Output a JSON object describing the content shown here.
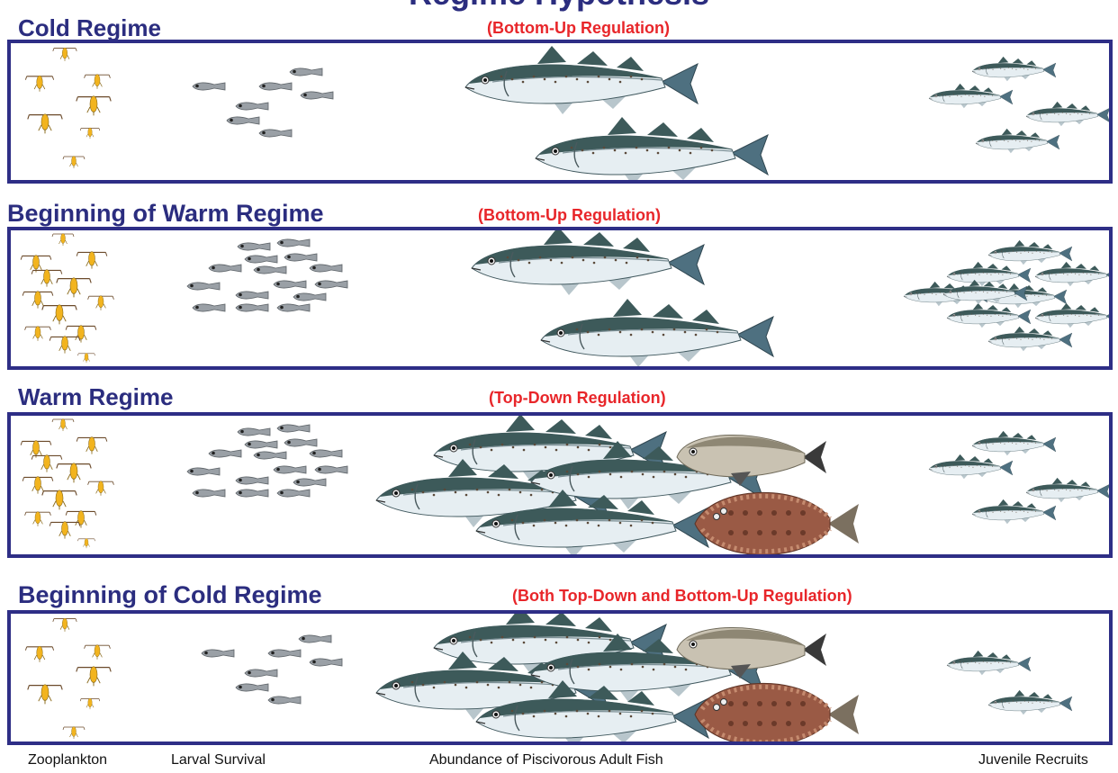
{
  "title_partial": "Regime Hypothesis",
  "panels": [
    {
      "heading": "Cold Regime",
      "regulation": "(Bottom-Up Regulation)",
      "zooplankton": {
        "count": 7,
        "description": "sparse"
      },
      "larval_fish_count": 7,
      "adult_pollock_count": 2,
      "flatfish_count": 0,
      "cod_count": 0,
      "juvenile_recruit_count": 4
    },
    {
      "heading": "Beginning of Warm Regime",
      "regulation": "(Bottom-Up Regulation)",
      "zooplankton": {
        "count": 12,
        "description": "abundant"
      },
      "larval_fish_count": 15,
      "adult_pollock_count": 2,
      "flatfish_count": 0,
      "cod_count": 0,
      "juvenile_recruit_count": 9
    },
    {
      "heading": "Warm Regime",
      "regulation": "(Top-Down Regulation)",
      "zooplankton": {
        "count": 12,
        "description": "abundant"
      },
      "larval_fish_count": 15,
      "adult_pollock_count": 4,
      "flatfish_count": 1,
      "cod_count": 1,
      "juvenile_recruit_count": 4
    },
    {
      "heading": "Beginning of Cold Regime",
      "regulation": "(Both Top-Down and Bottom-Up Regulation)",
      "zooplankton": {
        "count": 7,
        "description": "sparse"
      },
      "larval_fish_count": 7,
      "adult_pollock_count": 4,
      "flatfish_count": 1,
      "cod_count": 1,
      "juvenile_recruit_count": 2
    }
  ],
  "column_labels": [
    "Zooplankton",
    "Larval Survival",
    "Abundance of Piscivorous Adult Fish",
    "Juvenile Recruits"
  ],
  "colors": {
    "heading": "#2b2d7f",
    "regulation": "#e8262a",
    "panel_border": "#2e2e86",
    "zooplankton": "#f2b41e",
    "larva": "#9aa0a6",
    "pollock_back": "#3d5a5a",
    "pollock_belly": "#e6eef2",
    "flatfish": "#9a5a45",
    "cod": "#c9c2b2"
  }
}
